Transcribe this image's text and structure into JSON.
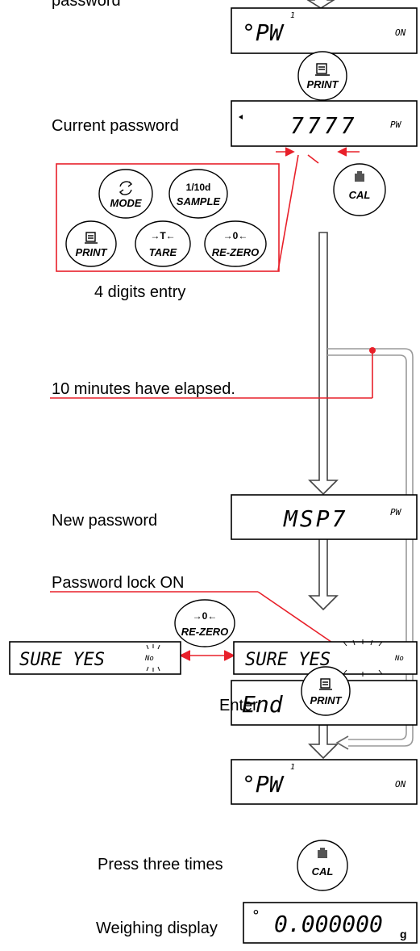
{
  "labels": {
    "password_top": "password",
    "current_password": "Current password",
    "digits_entry": "4 digits entry",
    "elapsed": "10 minutes have elapsed.",
    "new_password": "New password",
    "lock_on": "Password lock ON",
    "enter": "Enter",
    "press_three": "Press three times",
    "weighing": "Weighing display"
  },
  "displays": {
    "pw_main": "°PW",
    "pw_index": "1",
    "pw_status": "ON",
    "current_value": "7777",
    "current_tag": "PW",
    "new_value": "MSP7",
    "new_tag": "PW",
    "sure_left": "SURE YES",
    "sure_left_tag": "No",
    "sure_right": "SURE YES",
    "sure_right_tag": "No",
    "end": "End",
    "pw2_main": "°PW",
    "pw2_index": "1",
    "pw2_status": "ON",
    "weigh_dot": "°",
    "weigh_value": "0.000000",
    "weigh_unit": "g"
  },
  "keys": {
    "print_icon": "print-icon",
    "print": "PRINT",
    "cal_icon": "weight-icon",
    "cal": "CAL",
    "mode_icon": "cycle-icon",
    "mode": "MODE",
    "sample_top": "1/10d",
    "sample": "SAMPLE",
    "tare_top": "→T←",
    "tare": "TARE",
    "rezero_top": "→0←",
    "rezero": "RE-ZERO"
  },
  "colors": {
    "accent": "#e8202a",
    "flow": "#888888",
    "ink": "#000000"
  }
}
